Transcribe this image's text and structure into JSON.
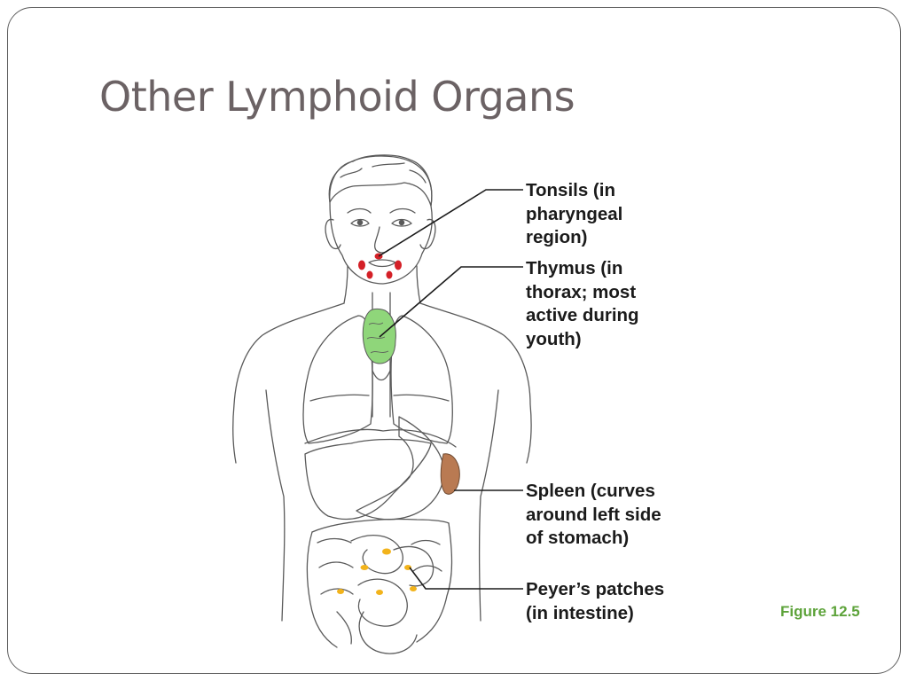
{
  "slide": {
    "title": "Other Lymphoid Organs",
    "caption": "Figure 12.5"
  },
  "labels": {
    "tonsils": "Tonsils (in\npharyngeal\nregion)",
    "thymus": "Thymus (in\nthorax; most\nactive during\nyouth)",
    "spleen": "Spleen (curves\naround left side\nof stomach)",
    "peyers_patches": "Peyer’s patches\n(in intestine)"
  },
  "colors": {
    "title": "#6b6264",
    "caption": "#5da33a",
    "tonsils": "#d42027",
    "thymus": "#8fd67a",
    "spleen": "#b97a52",
    "peyers_patches": "#f2b31b",
    "outline": "#5a5a5a"
  }
}
